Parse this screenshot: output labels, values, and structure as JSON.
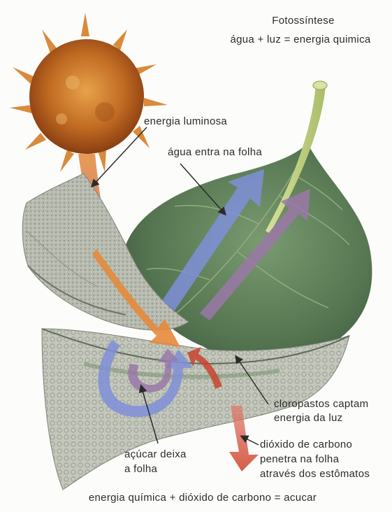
{
  "title": {
    "heading": "Fotossíntese",
    "equation": "água + luz = energia quimica"
  },
  "labels": {
    "light_energy": "energia luminosa",
    "water_enters": "água entra na folha",
    "chloroplasts_line1": "cloropastos captam",
    "chloroplasts_line2": "energia da luz",
    "sugar_line1": "açúcar deixa",
    "sugar_line2": "a folha",
    "co2_line1": "dióxido de carbono",
    "co2_line2": "penetra na folha",
    "co2_line3": "através dos estômatos"
  },
  "footer_equation": "energia química + dióxido de carbono = acucar",
  "colors": {
    "sun_core": "#b8611c",
    "sun_ray": "#d98a3a",
    "leaf": "#5d7d57",
    "leaf_vein": "#9fb98c",
    "stem": "#c9d88a",
    "cross_section": "#b9bcb1",
    "water_arrow": "#7f8fd8",
    "sugar_arrow": "#9a78a8",
    "light_arrow": "#e58a3c",
    "co2_arrow": "#c8432f"
  }
}
